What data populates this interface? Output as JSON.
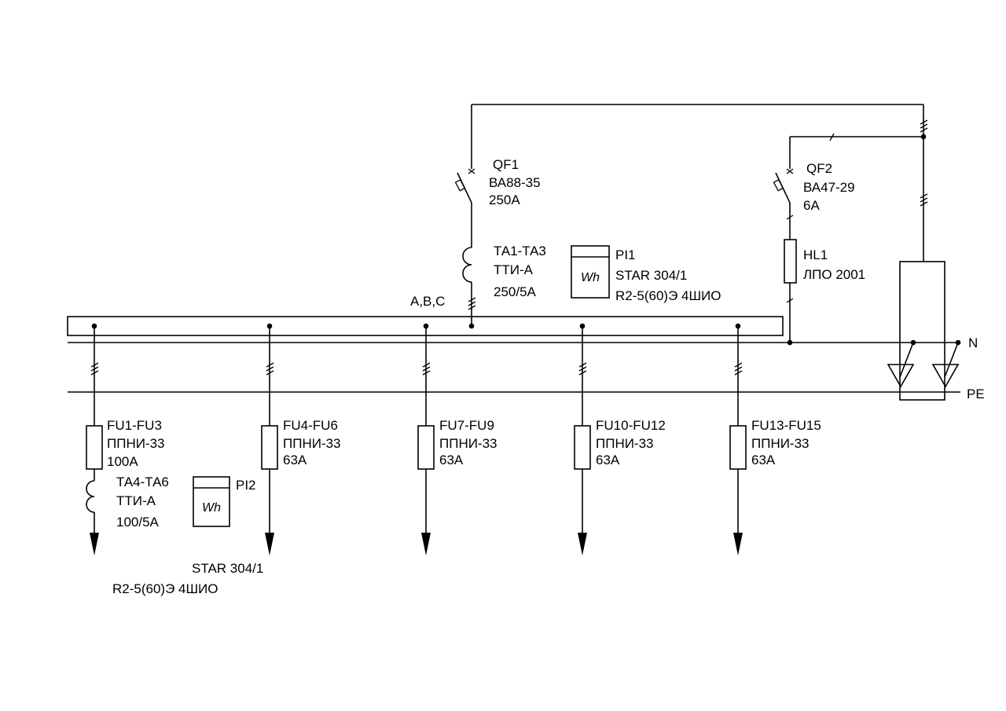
{
  "busbar": {
    "phases_label": "A,B,C"
  },
  "bus_labels": {
    "n": "N",
    "pe": "PE"
  },
  "qf1": {
    "tag": "QF1",
    "type": "ВА88-35",
    "rating": "250А"
  },
  "ta1": {
    "tag": "ТА1-ТА3",
    "type": "ТТИ-А",
    "ratio": "250/5А"
  },
  "pi1": {
    "tag": "PI1",
    "symbol": "Wh",
    "model": "STAR 304/1",
    "spec": "R2-5(60)Э 4ШИО"
  },
  "qf2": {
    "tag": "QF2",
    "type": "ВА47-29",
    "rating": "6А"
  },
  "hl1": {
    "tag": "HL1",
    "type": "ЛПО 2001"
  },
  "feeders": [
    {
      "tag": "FU1-FU3",
      "type": "ППНИ-33",
      "rating": "100А"
    },
    {
      "tag": "FU4-FU6",
      "type": "ППНИ-33",
      "rating": "63А"
    },
    {
      "tag": "FU7-FU9",
      "type": "ППНИ-33",
      "rating": "63А"
    },
    {
      "tag": "FU10-FU12",
      "type": "ППНИ-33",
      "rating": "63А"
    },
    {
      "tag": "FU13-FU15",
      "type": "ППНИ-33",
      "rating": "63А"
    }
  ],
  "ta4": {
    "tag": "ТА4-ТА6",
    "type": "ТТИ-А",
    "ratio": "100/5А"
  },
  "pi2": {
    "tag": "PI2",
    "symbol": "Wh",
    "model": "STAR 304/1",
    "spec": "R2-5(60)Э 4ШИО"
  }
}
